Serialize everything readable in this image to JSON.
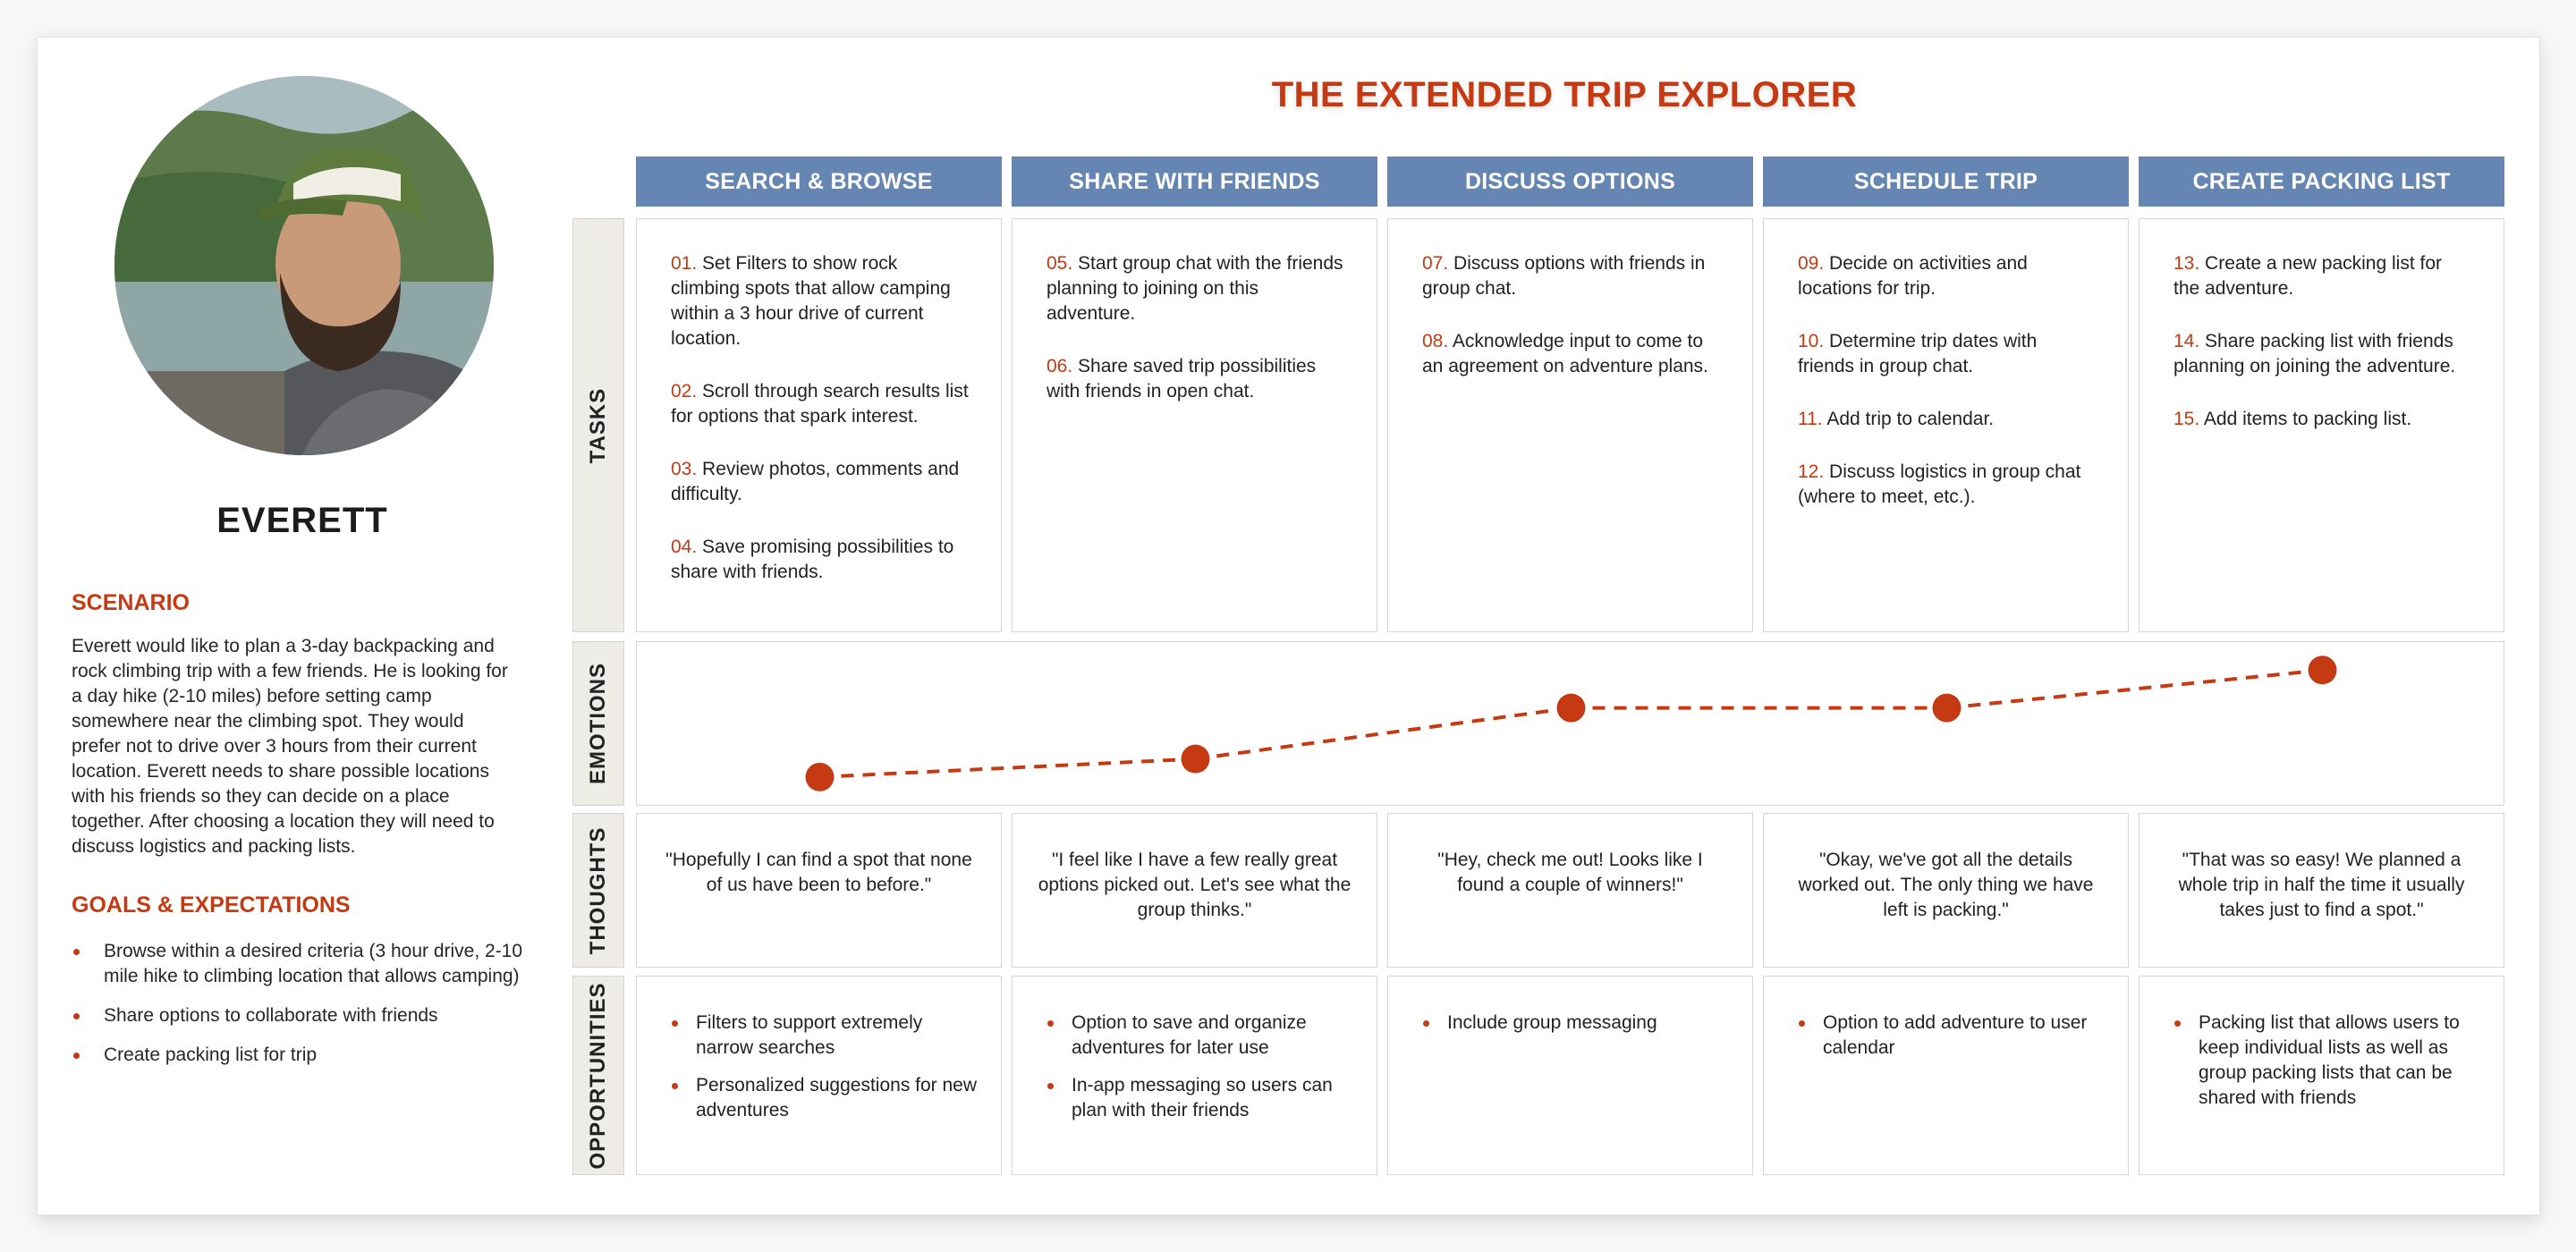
{
  "persona": {
    "name": "EVERETT",
    "scenario_heading": "SCENARIO",
    "scenario_text": "Everett would like to plan a 3-day backpacking and rock climbing trip with a few friends. He is looking for a day hike (2-10 miles) before setting camp somewhere near the climbing spot. They would prefer not to drive over 3 hours from their current location. Everett needs to share possible locations with his friends so they can decide on a place together. After choosing a location they will need to discuss logistics and packing lists.",
    "goals_heading": "GOALS & EXPECTATIONS",
    "goals": [
      "Browse within a desired criteria (3 hour drive, 2-10 mile hike to climbing location that allows camping)",
      "Share options to collaborate with friends",
      "Create packing list for trip"
    ]
  },
  "map": {
    "title": "THE EXTENDED TRIP EXPLORER",
    "row_labels": {
      "tasks": "TASKS",
      "emotions": "EMOTIONS",
      "thoughts": "THOUGHTS",
      "opportunities": "OPPORTUNITIES"
    },
    "stages": [
      {
        "name": "SEARCH & BROWSE",
        "tasks": [
          {
            "num": "01.",
            "text": "Set Filters to show rock climbing spots that allow camping within a 3 hour drive of current location."
          },
          {
            "num": "02.",
            "text": "Scroll through search results list for options that spark interest."
          },
          {
            "num": "03.",
            "text": "Review photos, comments and difficulty."
          },
          {
            "num": "04.",
            "text": "Save promising possibilities to share with friends."
          }
        ],
        "thought": "\"Hopefully I can find a spot that none of us have been to before.\"",
        "opportunities": [
          "Filters to support extremely narrow searches",
          "Personalized suggestions for new adventures"
        ]
      },
      {
        "name": "SHARE WITH FRIENDS",
        "tasks": [
          {
            "num": "05.",
            "text": "Start group chat with the friends planning to joining on this adventure."
          },
          {
            "num": "06.",
            "text": "Share saved trip possibilities with friends in open chat."
          }
        ],
        "thought": "\"I feel like I have a few really great options picked out. Let's see what the group thinks.\"",
        "opportunities": [
          "Option to save and organize adventures for later use",
          "In-app messaging so users can plan with their friends"
        ]
      },
      {
        "name": "DISCUSS OPTIONS",
        "tasks": [
          {
            "num": "07.",
            "text": "Discuss options with friends in group chat."
          },
          {
            "num": "08.",
            "text": "Acknowledge input to come to an agreement on adventure plans."
          }
        ],
        "thought": "\"Hey, check me out! Looks like I found a couple of winners!\"",
        "opportunities": [
          "Include group messaging"
        ]
      },
      {
        "name": "SCHEDULE TRIP",
        "tasks": [
          {
            "num": "09.",
            "text": "Decide on activities and locations for trip."
          },
          {
            "num": "10.",
            "text": "Determine trip dates with friends in group chat."
          },
          {
            "num": "11.",
            "text": "Add trip to calendar."
          },
          {
            "num": "12.",
            "text": "Discuss logistics in group chat (where to meet, etc.)."
          }
        ],
        "thought": "\"Okay, we've got all the details worked out. The only thing we have left is packing.\"",
        "opportunities": [
          "Option to add adventure to user calendar"
        ]
      },
      {
        "name": "CREATE PACKING LIST",
        "tasks": [
          {
            "num": "13.",
            "text": "Create a new packing list for the adventure."
          },
          {
            "num": "14.",
            "text": "Share packing list with friends planning on joining the adventure."
          },
          {
            "num": "15.",
            "text": "Add items to packing list."
          }
        ],
        "thought": "\"That was so easy! We planned a whole trip in half the time it usually takes just to find a spot.\"",
        "opportunities": [
          "Packing list that allows users to keep individual lists as well as group packing lists that can be shared with friends"
        ]
      }
    ],
    "emotion_levels": [
      0.18,
      0.29,
      0.6,
      0.6,
      0.83
    ],
    "accent_color": "#c53a12",
    "header_color": "#6586b2"
  }
}
